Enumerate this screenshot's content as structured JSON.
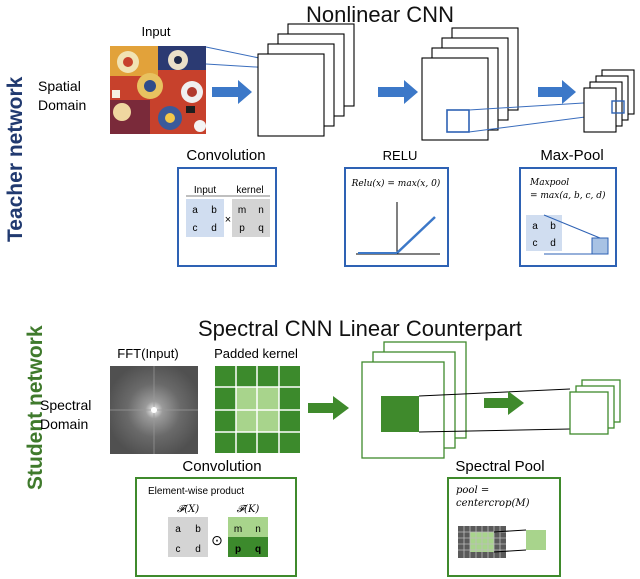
{
  "teacher": {
    "side_label": "Teacher network",
    "title": "Nonlinear CNN",
    "input_label": "Input",
    "domain_line1": "Spatial",
    "domain_line2": "Domain",
    "conv_label": "Convolution",
    "relu_label": "RELU",
    "maxpool_label": "Max-Pool",
    "conv_box": {
      "input_header": "Input",
      "kernel_header": "kernel",
      "operator": "×",
      "input_cells": [
        "a",
        "b",
        "c",
        "d"
      ],
      "kernel_cells": [
        "m",
        "n",
        "p",
        "q"
      ]
    },
    "relu_formula": "Relu(x) = max(x, 0)",
    "maxpool_formula_line1": "Maxpool",
    "maxpool_formula_line2": "= max(a, b, c, d)",
    "maxpool_cells": [
      "a",
      "b",
      "c",
      "d"
    ]
  },
  "student": {
    "side_label": "Student network",
    "title": "Spectral CNN Linear Counterpart",
    "fft_label": "FFT(Input)",
    "padded_label": "Padded kernel",
    "domain_line1": "Spectral",
    "domain_line2": "Domain",
    "conv_label": "Convolution",
    "pool_label": "Spectral Pool",
    "ew_title": "Element-wise product",
    "fx_label": "𝓕(X)",
    "fk_label": "𝓕(K)",
    "operator": "⊙",
    "fx_cells": [
      "a",
      "b",
      "c",
      "d"
    ],
    "fk_cells": [
      "m",
      "n",
      "p",
      "q"
    ],
    "pool_formula_line1": "pool =",
    "pool_formula_line2": "centercrop(M)"
  },
  "colors": {
    "teacher_navy": "#213a70",
    "teacher_blue": "#2e62b4",
    "arrow_blue": "#3c78c8",
    "student_green": "#3f7a2c",
    "dark_green": "#3c8a2c",
    "light_green": "#a8d48c",
    "cell_blue": "#d0ddf0",
    "cell_gray": "#d4d4d4"
  }
}
